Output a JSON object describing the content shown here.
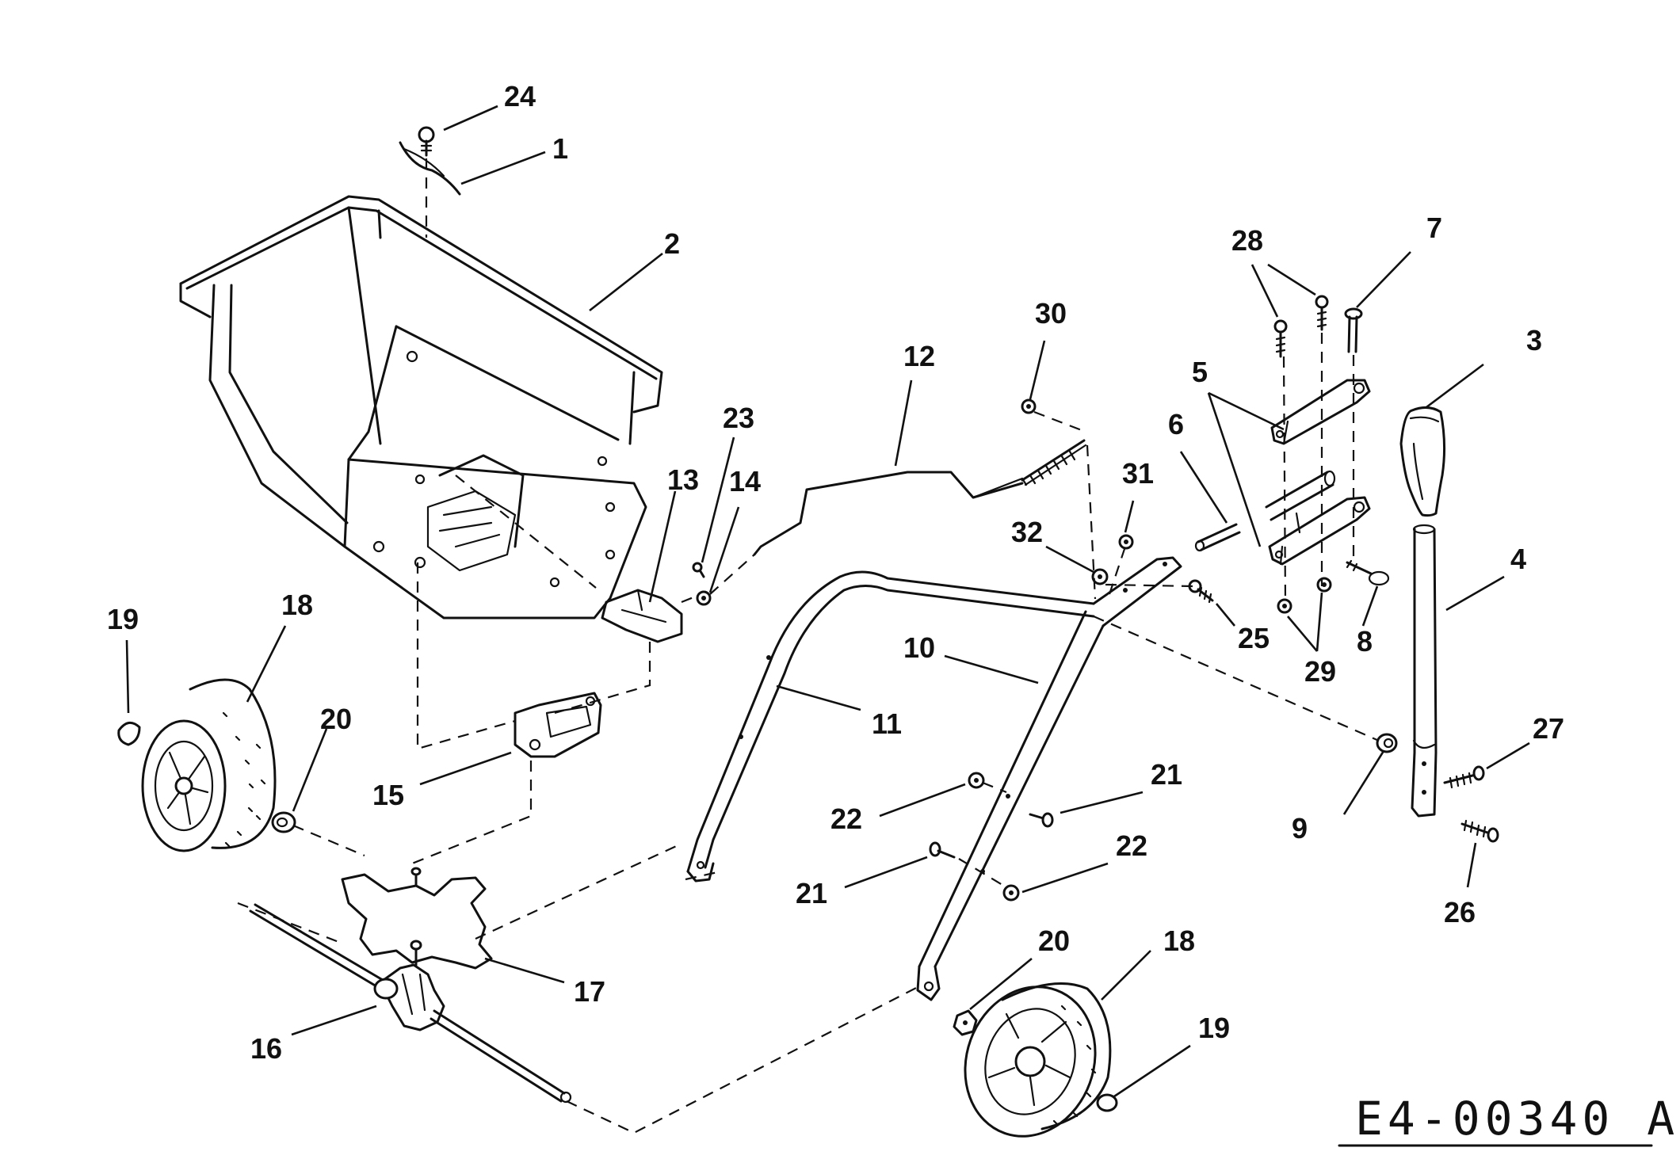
{
  "drawing_code": "E4-00340 A",
  "callouts": [
    {
      "id": "c24",
      "label": "24"
    },
    {
      "id": "c1",
      "label": "1"
    },
    {
      "id": "c2",
      "label": "2"
    },
    {
      "id": "c23",
      "label": "23"
    },
    {
      "id": "c13",
      "label": "13"
    },
    {
      "id": "c14",
      "label": "14"
    },
    {
      "id": "c12",
      "label": "12"
    },
    {
      "id": "c30",
      "label": "30"
    },
    {
      "id": "c28",
      "label": "28"
    },
    {
      "id": "c7",
      "label": "7"
    },
    {
      "id": "c3",
      "label": "3"
    },
    {
      "id": "c5",
      "label": "5"
    },
    {
      "id": "c6",
      "label": "6"
    },
    {
      "id": "c31",
      "label": "31"
    },
    {
      "id": "c32",
      "label": "32"
    },
    {
      "id": "c4",
      "label": "4"
    },
    {
      "id": "c25",
      "label": "25"
    },
    {
      "id": "c29",
      "label": "29"
    },
    {
      "id": "c8",
      "label": "8"
    },
    {
      "id": "c10",
      "label": "10"
    },
    {
      "id": "c11",
      "label": "11"
    },
    {
      "id": "c19a",
      "label": "19"
    },
    {
      "id": "c18a",
      "label": "18"
    },
    {
      "id": "c20a",
      "label": "20"
    },
    {
      "id": "c15",
      "label": "15"
    },
    {
      "id": "c22a",
      "label": "22"
    },
    {
      "id": "c21a",
      "label": "21"
    },
    {
      "id": "c27",
      "label": "27"
    },
    {
      "id": "c9",
      "label": "9"
    },
    {
      "id": "c26",
      "label": "26"
    },
    {
      "id": "c21b",
      "label": "21"
    },
    {
      "id": "c22b",
      "label": "22"
    },
    {
      "id": "c17",
      "label": "17"
    },
    {
      "id": "c16",
      "label": "16"
    },
    {
      "id": "c20b",
      "label": "20"
    },
    {
      "id": "c18b",
      "label": "18"
    },
    {
      "id": "c19b",
      "label": "19"
    }
  ]
}
